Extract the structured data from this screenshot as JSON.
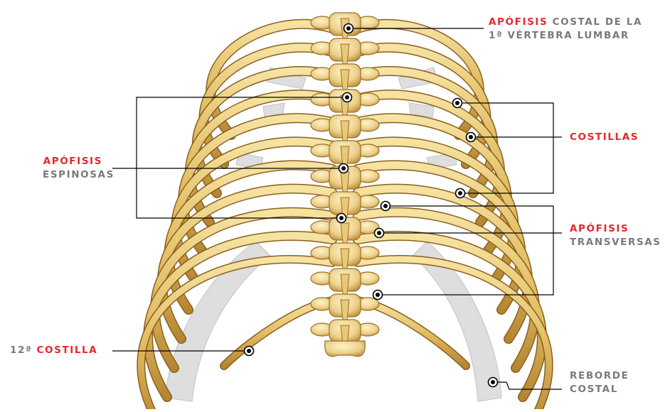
{
  "colors": {
    "accent_red": "#e8262b",
    "label_gray": "#7a7a7a",
    "bone_light": "#f1d98a",
    "bone_mid": "#ddb55a",
    "bone_dark": "#a8792a",
    "cartilage": "#dcdcdc",
    "leader_line": "#000000"
  },
  "labels": {
    "costal_process": {
      "red": "APÓFISIS",
      "rest_line1": " COSTAL DE LA",
      "line2": "1ª VÉRTEBRA LUMBAR"
    },
    "spinous": {
      "red": "APÓFISIS",
      "gray": "ESPINOSAS"
    },
    "ribs": {
      "red": "COSTILLAS"
    },
    "transverse": {
      "red": "APÓFISIS",
      "gray": "TRANSVERSAS"
    },
    "rib12": {
      "gray": "12ª ",
      "red": "COSTILLA"
    },
    "costal_margin": {
      "line1": "REBORDE",
      "line2": "COSTAL"
    }
  }
}
